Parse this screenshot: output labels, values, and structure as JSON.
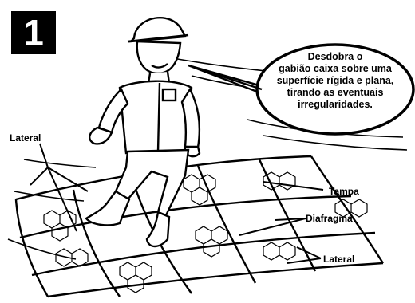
{
  "step_number": "1",
  "speech_bubble": {
    "lines": [
      "Desdobra o",
      "gabião caixa sobre uma",
      "superfície rígida e plana,",
      "tirando as eventuais",
      "irregularidades."
    ]
  },
  "labels": {
    "lateral_left": "Lateral",
    "tampa": "Tampa",
    "diafragma": "Diafragma",
    "lateral_right": "Lateral"
  }
}
